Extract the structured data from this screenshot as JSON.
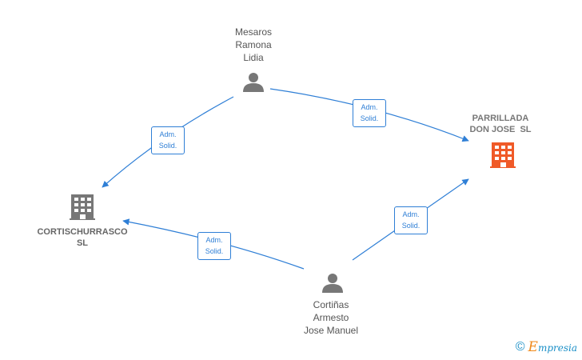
{
  "nodes": {
    "mesaros": {
      "lines": [
        "Mesaros",
        "Ramona",
        "Lidia"
      ]
    },
    "cortinas": {
      "lines": [
        "Cortiñas",
        "Armesto",
        "Jose Manuel"
      ]
    },
    "parrillada": {
      "lines": [
        "PARRILLADA",
        "DON JOSE  SL"
      ]
    },
    "cortischurrasco": {
      "lines": [
        "CORTISCHURRASCO",
        "SL"
      ]
    }
  },
  "edges": [
    {
      "lines": [
        "Adm.",
        "Solid."
      ]
    },
    {
      "lines": [
        "Adm.",
        "Solid."
      ]
    },
    {
      "lines": [
        "Adm.",
        "Solid."
      ]
    },
    {
      "lines": [
        "Adm.",
        "Solid."
      ]
    }
  ],
  "colors": {
    "edge": "#2f7fd6",
    "person": "#777777",
    "company": "#777777",
    "company_main": "#f05a28"
  },
  "footer": {
    "copyright": "©",
    "brand_initial": "E",
    "brand_rest": "mpresia"
  }
}
